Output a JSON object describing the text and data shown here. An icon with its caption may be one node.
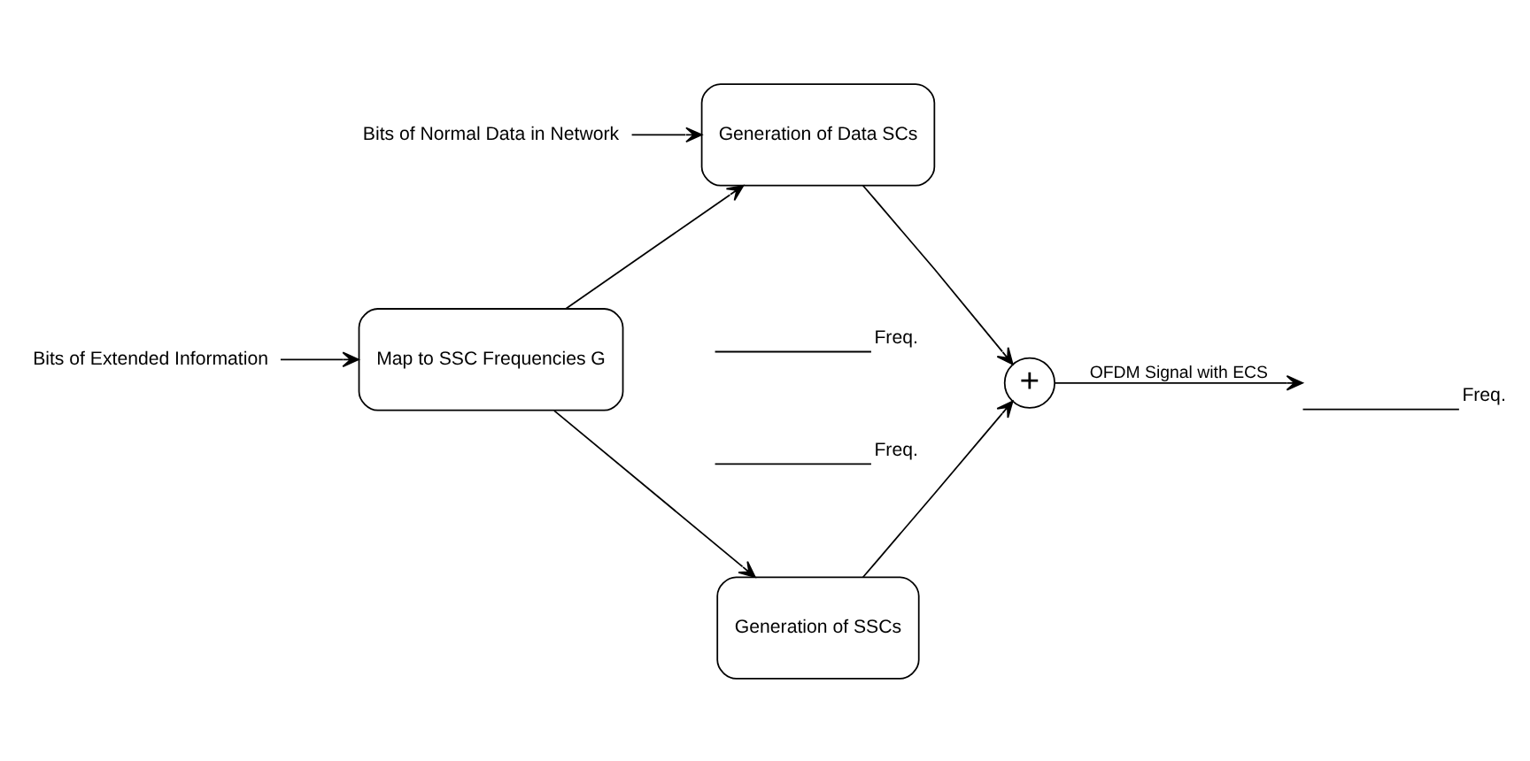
{
  "diagram": {
    "nodes": [
      {
        "text": [
          "Bits of Extended Information"
        ]
      },
      {
        "text": [
          "Map to SSC Frequencies G"
        ]
      },
      {
        "text": [
          "Generation of SSCs"
        ]
      },
      {
        "text": [
          "Freq."
        ]
      },
      {
        "text": [
          "+"
        ]
      },
      {
        "text": [
          "Freq."
        ]
      },
      {
        "text": [
          "Generation of Data SCs"
        ]
      },
      {
        "text": [
          "Freq."
        ]
      },
      {
        "text": [
          "Bits of Normal Data in Network"
        ]
      }
    ],
    "edges": [
      {
        "from": 0,
        "to": 1,
        "arrow": "to"
      },
      {
        "from": 1,
        "to": 2,
        "arrow": "to"
      },
      {
        "from": 1,
        "to": 6,
        "arrow": "to"
      },
      {
        "from": 2,
        "to": 4,
        "arrow": "to"
      },
      {
        "from": 6,
        "to": 4,
        "arrow": "to"
      },
      {
        "from": 8,
        "to": 6,
        "arrow": "to"
      },
      {
        "from": 4,
        "to": 5,
        "arrow": "to",
        "label": "OFDM Signal with ECS"
      }
    ]
  }
}
